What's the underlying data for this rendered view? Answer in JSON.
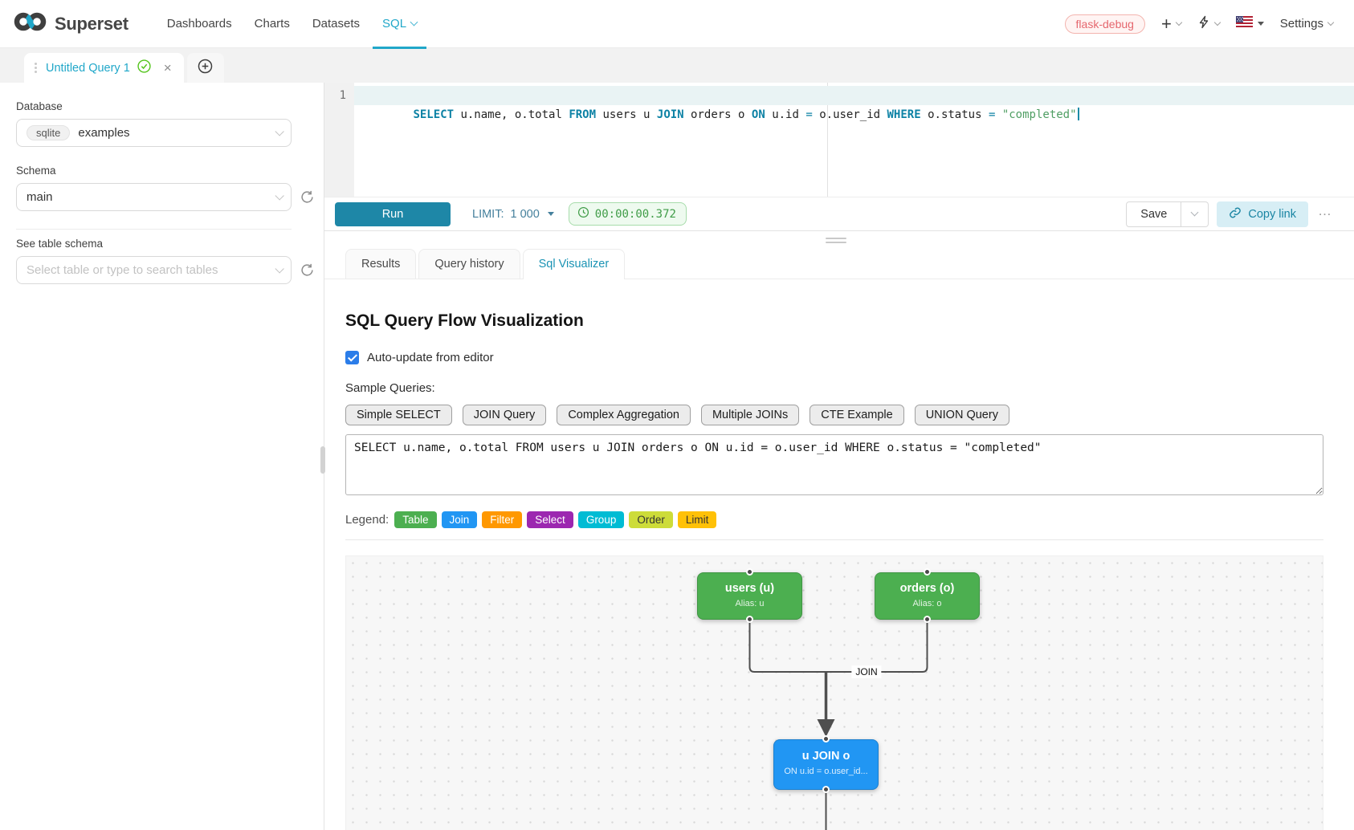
{
  "navbar": {
    "brand": "Superset",
    "items": [
      {
        "label": "Dashboards",
        "active": false,
        "caret": false
      },
      {
        "label": "Charts",
        "active": false,
        "caret": false
      },
      {
        "label": "Datasets",
        "active": false,
        "caret": false
      },
      {
        "label": "SQL",
        "active": true,
        "caret": true
      }
    ],
    "environment_tag": "flask-debug",
    "settings_label": "Settings"
  },
  "icons": {
    "close": "×",
    "plus": "+",
    "more": "…"
  },
  "tabstrip": {
    "active_tab_label": "Untitled Query 1"
  },
  "sidebar": {
    "database_label": "Database",
    "database_type": "sqlite",
    "database_value": "examples",
    "schema_label": "Schema",
    "schema_value": "main",
    "table_label": "See table schema",
    "table_placeholder": "Select table or type to search tables"
  },
  "editor": {
    "line_number": "1",
    "tokens": [
      {
        "text": "SELECT",
        "type": "kw"
      },
      {
        "text": " u.name, o.total ",
        "type": "plain"
      },
      {
        "text": "FROM",
        "type": "kw"
      },
      {
        "text": " users u ",
        "type": "plain"
      },
      {
        "text": "JOIN",
        "type": "kw"
      },
      {
        "text": " orders o ",
        "type": "plain"
      },
      {
        "text": "ON",
        "type": "kw"
      },
      {
        "text": " u.id ",
        "type": "plain"
      },
      {
        "text": "=",
        "type": "op"
      },
      {
        "text": " o.user_id ",
        "type": "plain"
      },
      {
        "text": "WHERE",
        "type": "kw"
      },
      {
        "text": " o.status ",
        "type": "plain"
      },
      {
        "text": "=",
        "type": "op"
      },
      {
        "text": " ",
        "type": "plain"
      },
      {
        "text": "\"completed\"",
        "type": "string"
      }
    ]
  },
  "toolbar": {
    "run_label": "Run",
    "limit_label": "LIMIT:",
    "limit_value": "1 000",
    "timer_value": "00:00:00.372",
    "save_label": "Save",
    "copy_link_label": "Copy link"
  },
  "result_tabs": [
    {
      "label": "Results",
      "active": false
    },
    {
      "label": "Query history",
      "active": false
    },
    {
      "label": "Sql Visualizer",
      "active": true
    }
  ],
  "visualizer": {
    "title": "SQL Query Flow Visualization",
    "auto_update_label": "Auto-update from editor",
    "sample_queries_label": "Sample Queries:",
    "sample_buttons": [
      "Simple SELECT",
      "JOIN Query",
      "Complex Aggregation",
      "Multiple JOINs",
      "CTE Example",
      "UNION Query"
    ],
    "sql_text": "SELECT u.name, o.total FROM users u JOIN orders o ON u.id = o.user_id WHERE o.status = \"completed\"",
    "legend_label": "Legend:",
    "legend": [
      {
        "label": "Table",
        "color": "#4CAF50",
        "text_color": "#ffffff"
      },
      {
        "label": "Join",
        "color": "#2196F3",
        "text_color": "#ffffff"
      },
      {
        "label": "Filter",
        "color": "#FF9800",
        "text_color": "#ffffff"
      },
      {
        "label": "Select",
        "color": "#9C27B0",
        "text_color": "#ffffff"
      },
      {
        "label": "Group",
        "color": "#00BCD4",
        "text_color": "#ffffff"
      },
      {
        "label": "Order",
        "color": "#CDDC39",
        "text_color": "#333333"
      },
      {
        "label": "Limit",
        "color": "#FFC107",
        "text_color": "#333333"
      }
    ],
    "flow": {
      "nodes": [
        {
          "title": "users (u)",
          "subtitle": "Alias: u",
          "color": "#4CAF50"
        },
        {
          "title": "orders (o)",
          "subtitle": "Alias: o",
          "color": "#4CAF50"
        },
        {
          "title": "u JOIN o",
          "subtitle": "ON u.id = o.user_id...",
          "color": "#2196F3"
        }
      ],
      "edge_label": "JOIN"
    }
  },
  "colors": {
    "accent": "#20a7c9",
    "run_button": "#1e87a7",
    "timer_green": "#3f9c47",
    "env_tag_red": "#e5676e",
    "checkbox_blue": "#2b7de9",
    "edge_gray": "#4f4f4f"
  }
}
